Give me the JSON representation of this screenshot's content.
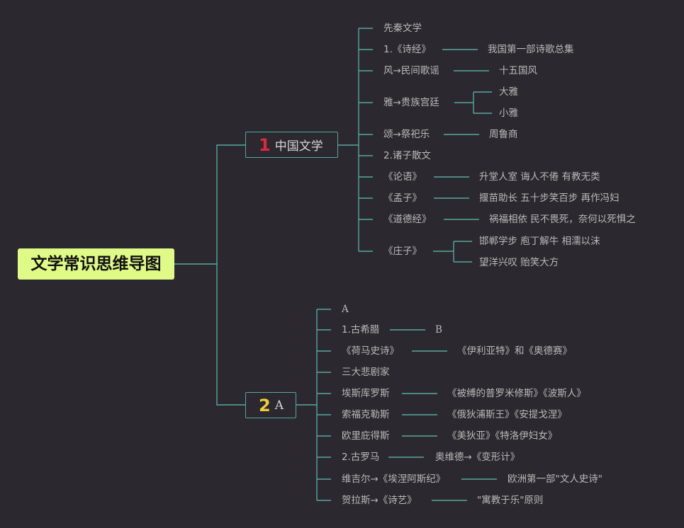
{
  "root": {
    "title": "文学常识思维导图"
  },
  "branch1": {
    "num": "1",
    "label": "中国文学",
    "items": [
      "先秦文学",
      "1.《诗经》",
      "我国第一部诗歌总集",
      "风→民间歌谣",
      "十五国风",
      "雅→贵族宫廷",
      "大雅",
      "小雅",
      "颂→祭祀乐",
      "周鲁商",
      "2.诸子散文",
      "《论语》",
      "升堂人室 诲人不倦 有教无类",
      "《孟子》",
      "揠苗助长 五十步笑百步 再作冯妇",
      "《道德经》",
      "祸福相依 民不畏死，奈何以死惧之",
      "《庄子》",
      "邯郸学步 庖丁解牛 相濡以沫",
      "望洋兴叹 贻笑大方"
    ]
  },
  "branch2": {
    "num": "2",
    "label": "A",
    "items": [
      "A",
      "1.古希腊",
      "B",
      "《荷马史诗》",
      "《伊利亚特》和《奥德赛》",
      "三大悲剧家",
      "埃斯库罗斯",
      "《被缚的普罗米修斯》《波斯人》",
      "索福克勒斯",
      "《俄狄浦斯王》《安提戈涅》",
      "欧里庇得斯",
      "《美狄亚》《特洛伊妇女》",
      "2.古罗马",
      "奥维德→《变形计》",
      "维吉尔→《埃涅阿斯纪》",
      "欧洲第一部\"文人史诗\"",
      "贺拉斯→《诗艺》",
      "\"寓教于乐\"原则"
    ]
  },
  "colors": {
    "background": "#2b2830",
    "line": "#58a79b",
    "root_fill": "#dffa86",
    "num1": "#e0283c",
    "num2": "#f0cc3c"
  }
}
